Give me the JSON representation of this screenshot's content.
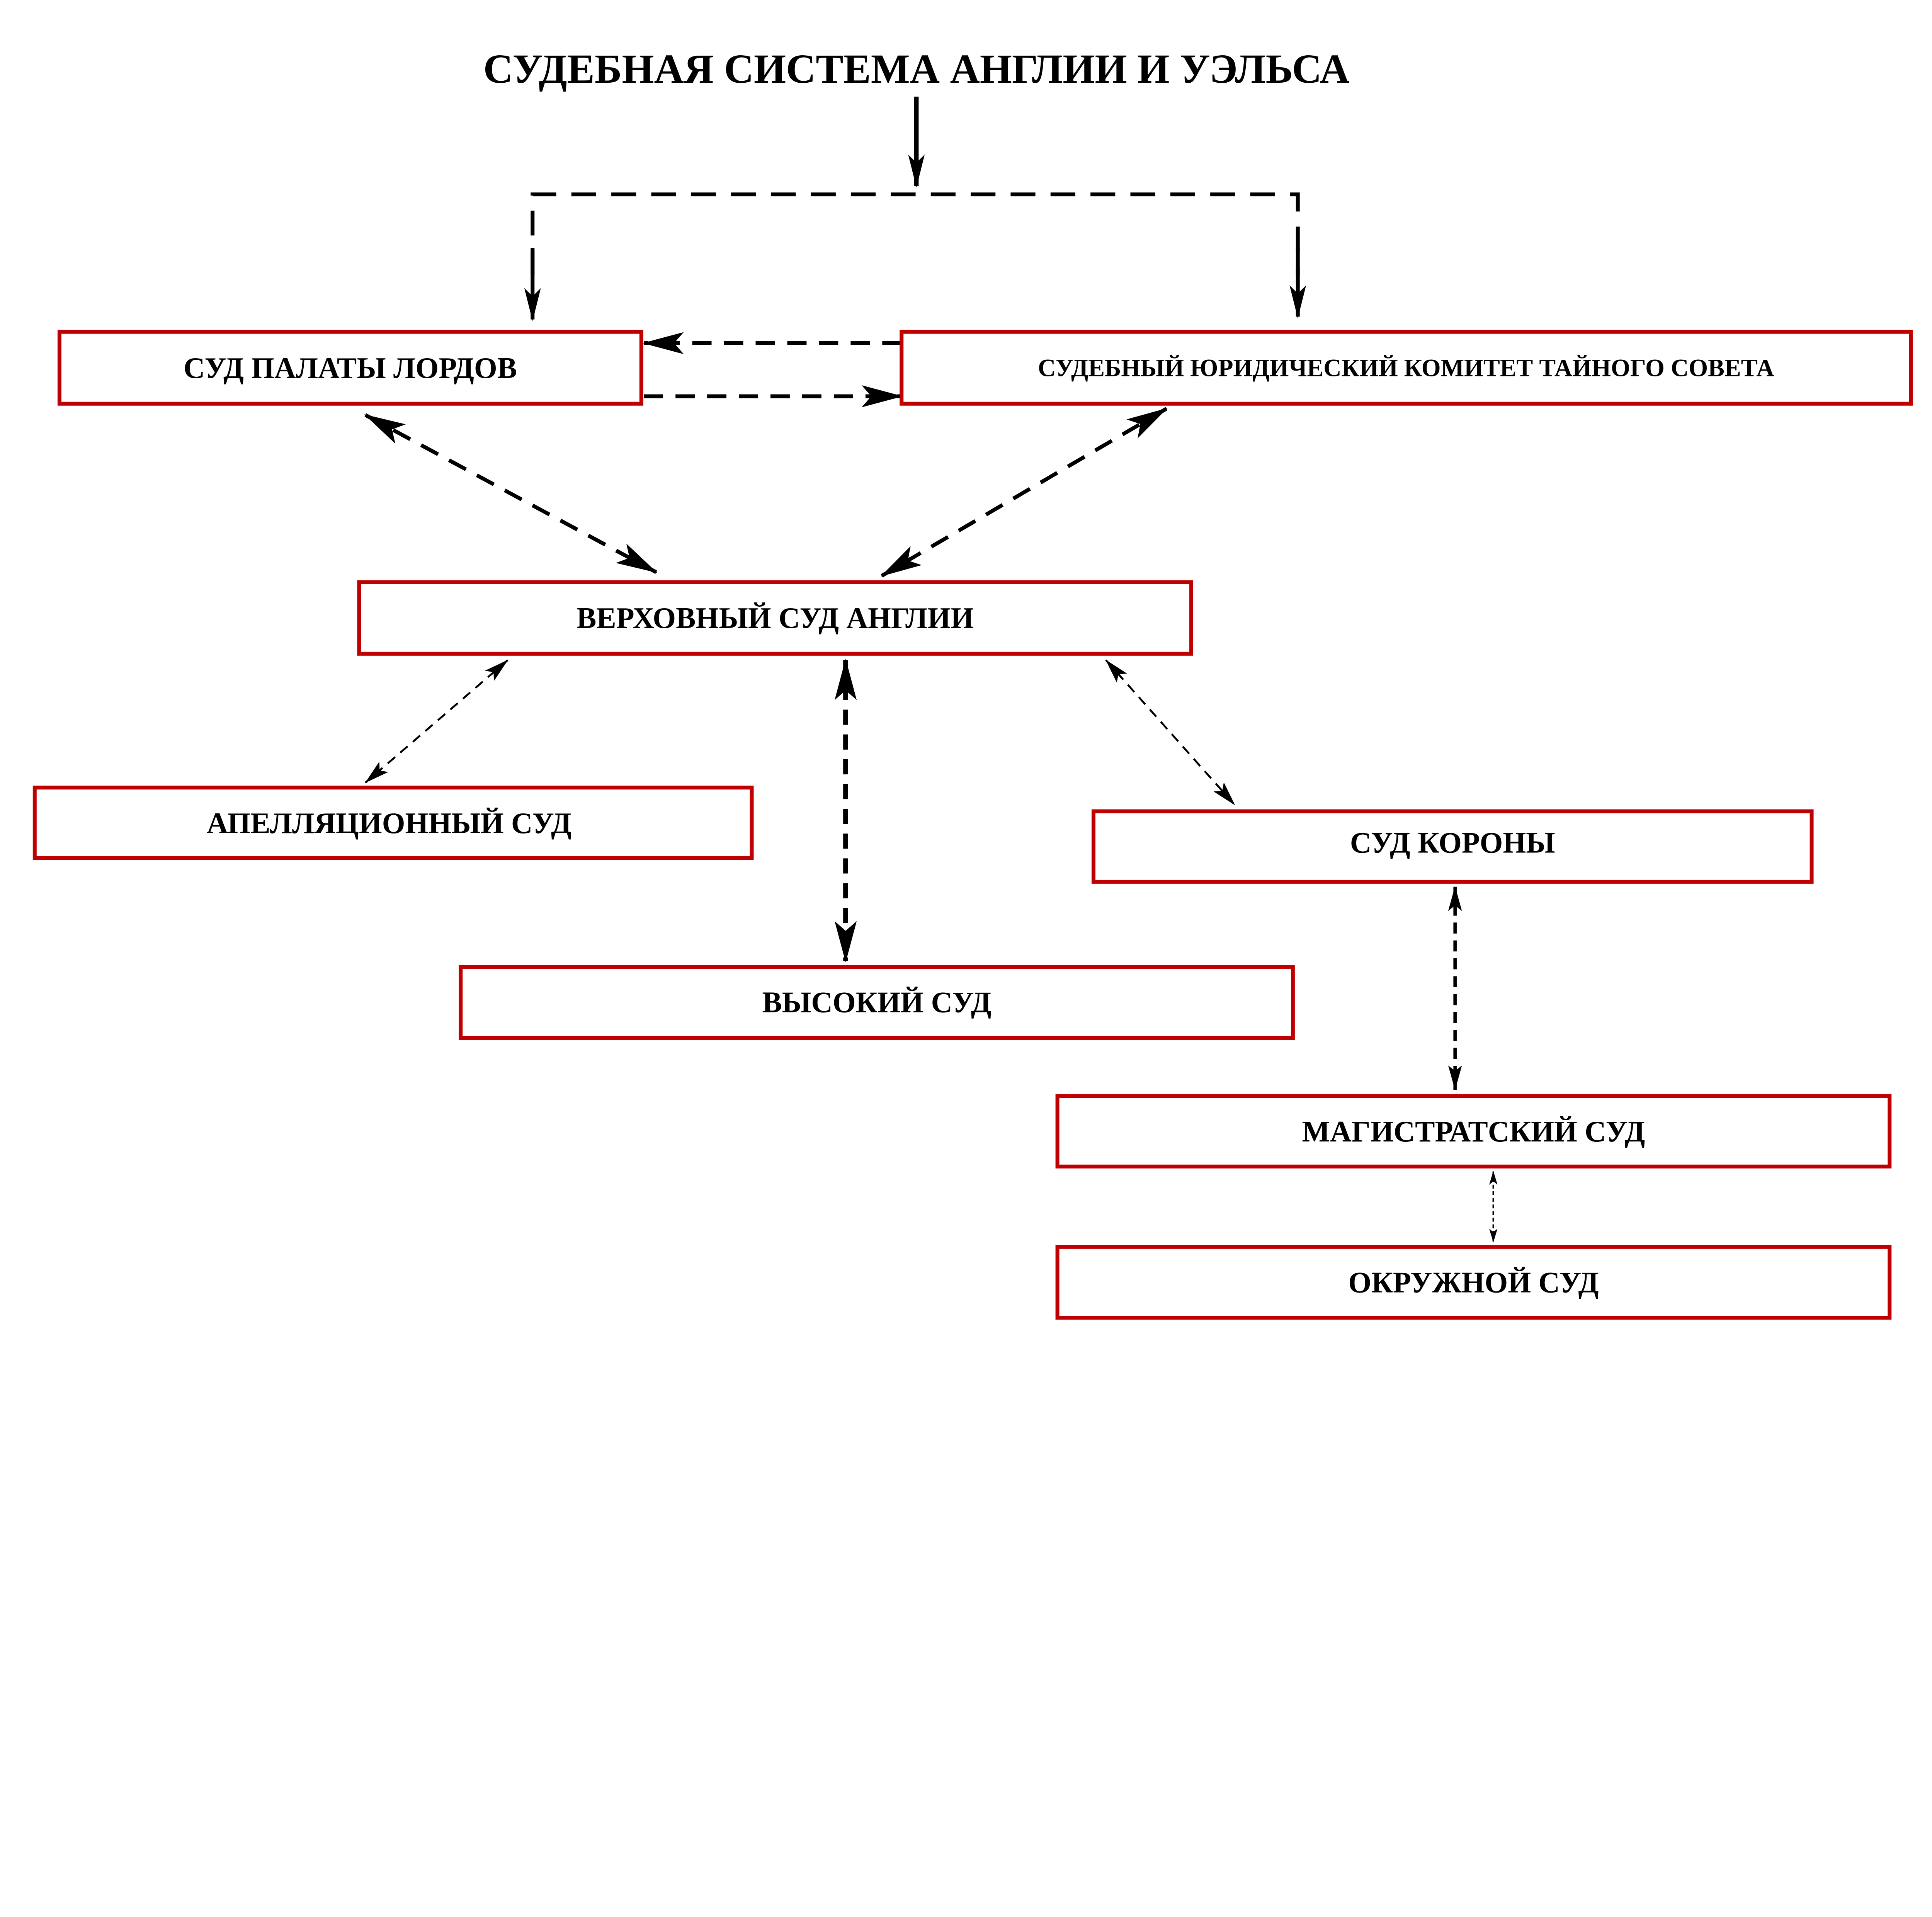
{
  "title": "СУДЕБНАЯ СИСТЕМА АНГЛИИ И УЭЛЬСА",
  "colors": {
    "box_border": "#c00000",
    "arrows": "#000000",
    "text": "#000000"
  },
  "nodes": {
    "lords": "СУД ПАЛАТЫ ЛОРДОВ",
    "privy": "СУДЕБНЫЙ ЮРИДИЧЕСКИЙ КОМИТЕТ ТАЙНОГО СОВЕТА",
    "supreme": "ВЕРХОВНЫЙ СУД АНГЛИИ",
    "appeal": "АПЕЛЛЯЦИОННЫЙ СУД",
    "crown": "СУД КОРОНЫ",
    "high": "ВЫСОКИЙ СУД",
    "magistrate": "МАГИСТРАТСКИЙ СУД",
    "district": "ОКРУЖНОЙ СУД"
  }
}
